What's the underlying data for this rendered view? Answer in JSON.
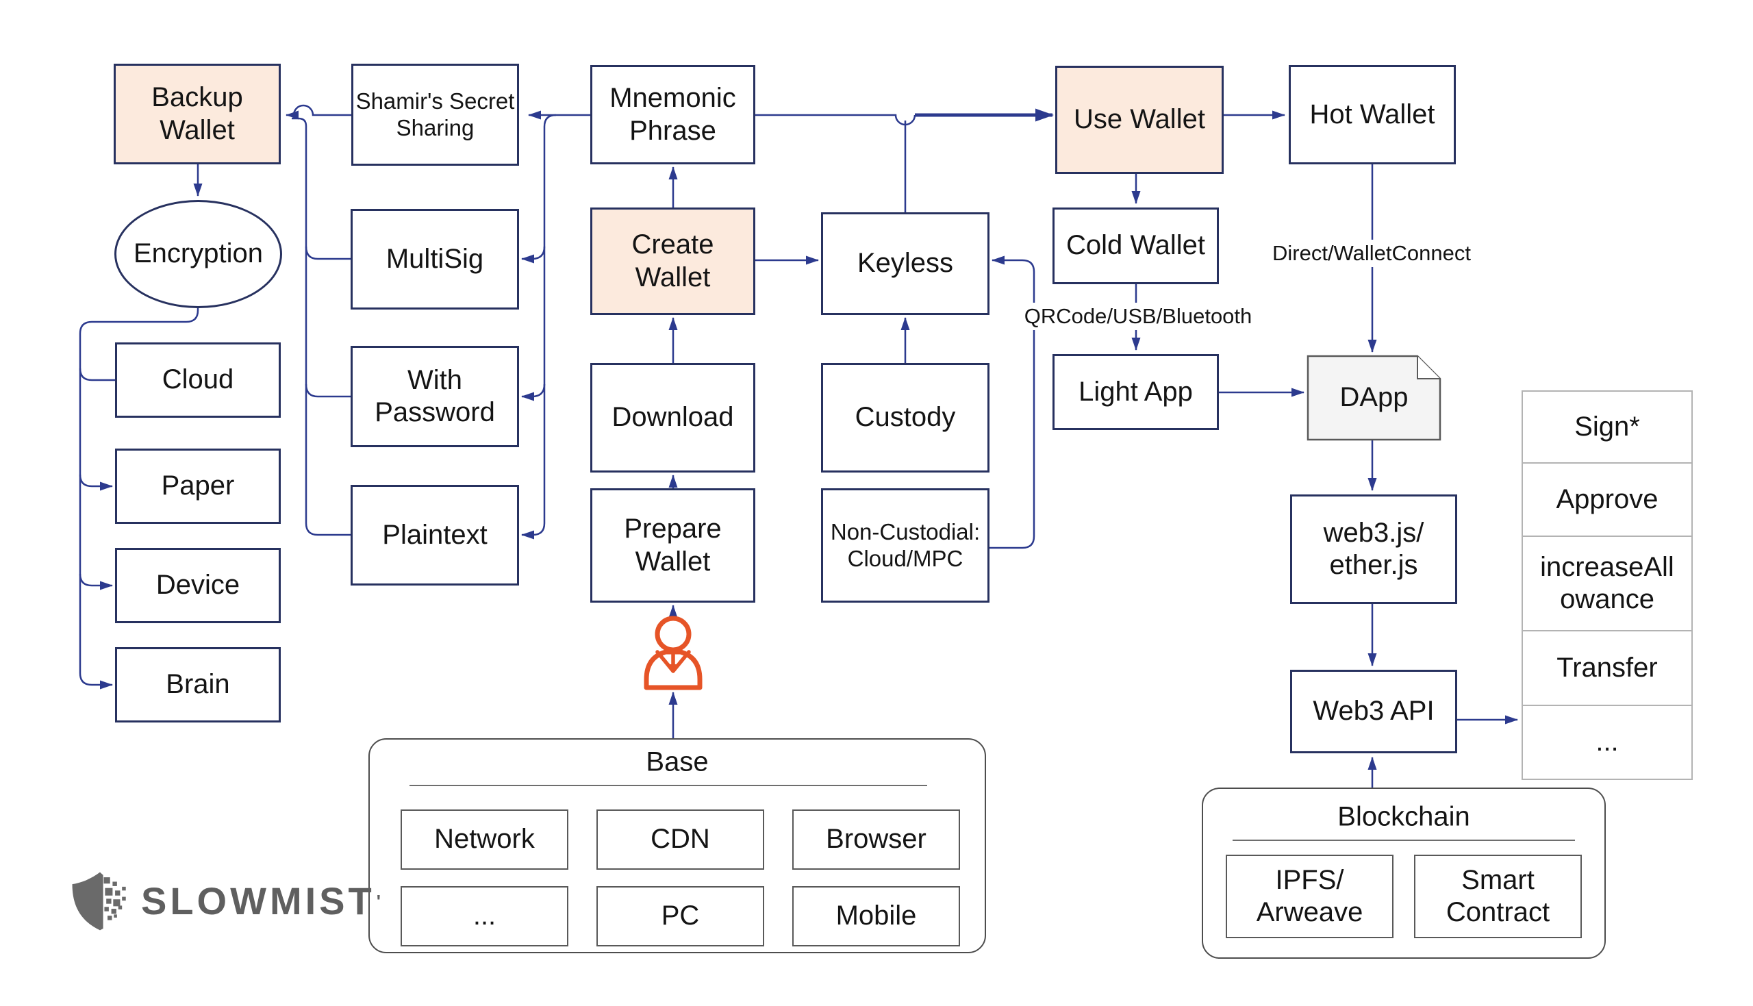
{
  "nodes": {
    "backup_wallet": {
      "label": "Backup\nWallet"
    },
    "shamirs": {
      "label": "Shamir's Secret\nSharing"
    },
    "mnemonic": {
      "label": "Mnemonic\nPhrase"
    },
    "use_wallet": {
      "label": "Use Wallet"
    },
    "hot_wallet": {
      "label": "Hot Wallet"
    },
    "encryption": {
      "label": "Encryption"
    },
    "multisig": {
      "label": "MultiSig"
    },
    "create_wallet": {
      "label": "Create\nWallet"
    },
    "keyless": {
      "label": "Keyless"
    },
    "cold_wallet": {
      "label": "Cold Wallet"
    },
    "cloud": {
      "label": "Cloud"
    },
    "with_password": {
      "label": "With\nPassword"
    },
    "download": {
      "label": "Download"
    },
    "custody": {
      "label": "Custody"
    },
    "light_app": {
      "label": "Light App"
    },
    "dapp": {
      "label": "DApp"
    },
    "paper": {
      "label": "Paper"
    },
    "plaintext": {
      "label": "Plaintext"
    },
    "prepare_wallet": {
      "label": "Prepare\nWallet"
    },
    "non_custodial": {
      "label": "Non-Custodial:\nCloud/MPC"
    },
    "web3js": {
      "label": "web3.js/\nether.js"
    },
    "device": {
      "label": "Device"
    },
    "brain": {
      "label": "Brain"
    },
    "web3_api": {
      "label": "Web3 API"
    }
  },
  "edge_labels": {
    "hot_to_dapp": "Direct/WalletConnect",
    "cold_to_light": "QRCode/USB/Bluetooth"
  },
  "call_stack": [
    "Sign*",
    "Approve",
    "increaseAll\nowance",
    "Transfer",
    "..."
  ],
  "groups": {
    "base": {
      "title": "Base",
      "row1": [
        "Network",
        "CDN",
        "Browser"
      ],
      "row2": [
        "...",
        "PC",
        "Mobile"
      ]
    },
    "blockchain": {
      "title": "Blockchain",
      "items": [
        "IPFS/\nArweave",
        "Smart\nContract"
      ]
    }
  },
  "logo": {
    "brand": "SLOWMIST",
    "tm": "'"
  },
  "colors": {
    "connector": "#2c3a8e",
    "box_border": "#27315f",
    "highlight_fill": "#fceadd",
    "dapp_fill": "#f4f4f4",
    "stack_border": "#b3b3b3",
    "group_border": "#4d4d4d",
    "person_icon": "#e65427",
    "logo_gray": "#5f5f5f"
  }
}
